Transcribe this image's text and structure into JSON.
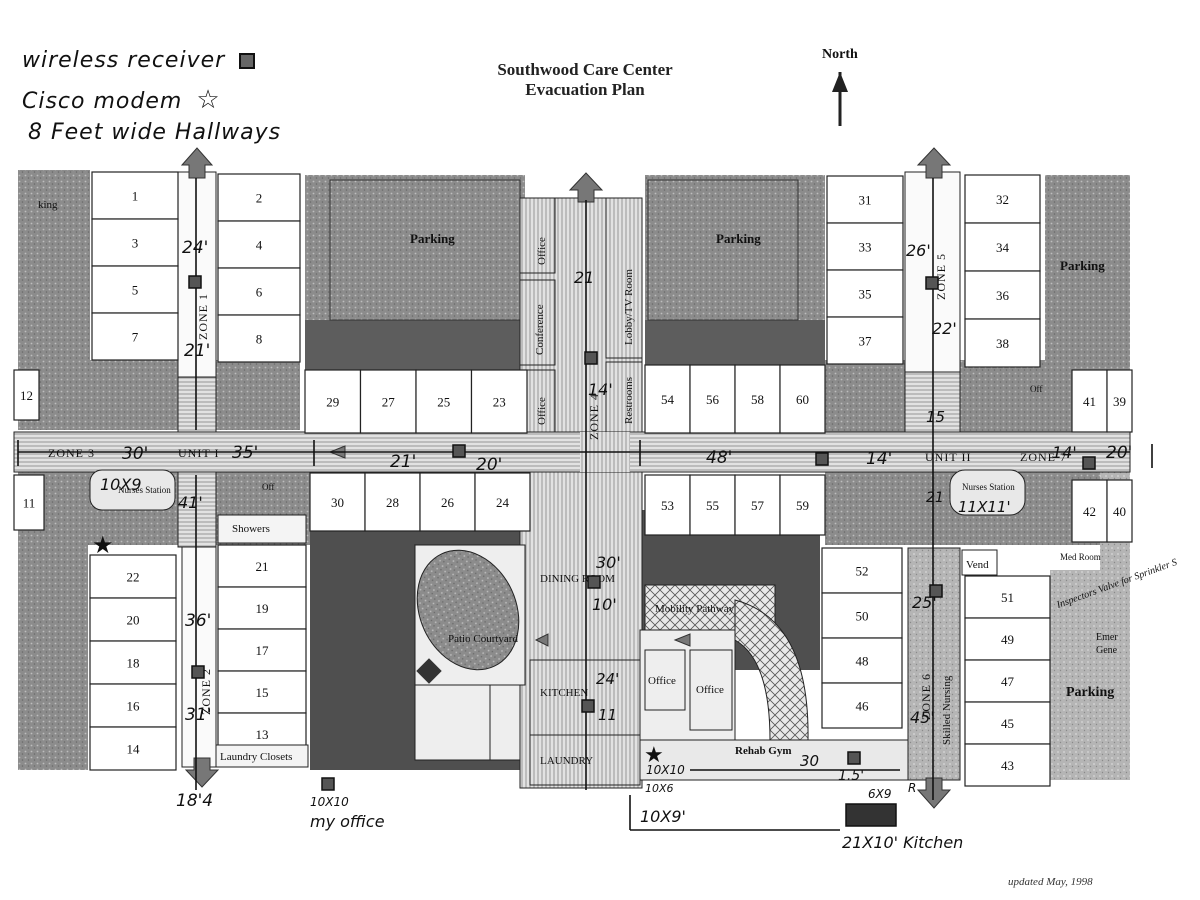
{
  "title": {
    "line1": "Southwood Care Center",
    "line2": "Evacuation Plan"
  },
  "north_label": "North",
  "legend": {
    "wireless_receiver": "wireless receiver",
    "cisco_modem": "Cisco modem",
    "hallways": "8 Feet wide Hallways"
  },
  "updated": "updated May, 1998",
  "rooms_west_left": [
    "1",
    "3",
    "5",
    "7"
  ],
  "rooms_west_right": [
    "2",
    "4",
    "6",
    "8"
  ],
  "rooms_east_left": [
    "31",
    "33",
    "35",
    "37"
  ],
  "rooms_east_right": [
    "32",
    "34",
    "36",
    "38"
  ],
  "rooms_north_center_left": [
    "29",
    "27",
    "25",
    "23"
  ],
  "rooms_north_center_right": [
    "54",
    "56",
    "58",
    "60"
  ],
  "rooms_south_center_left": [
    "30",
    "28",
    "26",
    "24"
  ],
  "rooms_south_center_right": [
    "53",
    "55",
    "57",
    "59"
  ],
  "rooms_sw_left": [
    "22",
    "20",
    "18",
    "16",
    "14"
  ],
  "rooms_sw_right": [
    "21",
    "19",
    "17",
    "15",
    "13"
  ],
  "rooms_se_left": [
    "52",
    "50",
    "48",
    "46"
  ],
  "rooms_se_right": [
    "51",
    "49",
    "47",
    "45",
    "43"
  ],
  "rooms_edge": {
    "r12": "12",
    "r11": "11",
    "r41": "41",
    "r39": "39",
    "r42": "42",
    "r40": "40"
  },
  "labels": {
    "parking": "Parking",
    "office": "Office",
    "conference": "Conference",
    "lobby": "Lobby/TV Room",
    "restrooms": "Restrooms",
    "dining": "DINING ROOM",
    "kitchen": "KITCHEN",
    "laundry": "LAUNDRY",
    "patio": "Patio Courtyard",
    "mobility": "Mobility Pathway",
    "rehab": "Rehab Gym",
    "vend": "Vend",
    "skilled": "Skilled Nursing",
    "showers": "Showers",
    "laundry_closets": "Laundry Closets",
    "nurses_station": "Nurses Station",
    "unit1": "UNIT I",
    "unit2": "UNIT II",
    "inspectors": "Inspectors Valve for Sprinkler S",
    "emer": "Emer",
    "gene": "Gene",
    "king": "king",
    "off": "Off",
    "med_room": "Med Room"
  },
  "zones": {
    "z1": "ZONE 1",
    "z2": "ZONE 2",
    "z3": "ZONE 3",
    "z4": "ZONE 4",
    "z5": "ZONE 5",
    "z6": "ZONE 6",
    "z7": "ZONE 7"
  },
  "measurements": {
    "m24": "24'",
    "m21a": "21'",
    "m30a": "30'",
    "m35": "35'",
    "m21b": "21'",
    "m20a": "20'",
    "m10x9a": "10X9",
    "m41": "41'",
    "m36": "36'",
    "m31": "31'",
    "m18": "18'4",
    "m21c": "21",
    "m14a": "14'",
    "m48": "48'",
    "m14b": "14'",
    "m15a": "15",
    "m26": "26'",
    "m22": "22'",
    "m14c": "14'",
    "m20b": "20'",
    "m11x11": "11X11'",
    "m21d": "21",
    "m25": "25'",
    "m45": "45'",
    "m30b": "30'",
    "m10": "10'",
    "m24b": "24'",
    "m11": "11",
    "m30c": "30",
    "m15b": "1.5'",
    "m6x9": "6X9",
    "mR": "R",
    "m10x10a": "10X10",
    "m10x10b": "10X10",
    "m10x6": "10X6",
    "m10x9b": "10X9'",
    "my_office": "my office",
    "kitchen21": "21X10' Kitchen"
  },
  "colors": {
    "stipple": "#8f8f8f",
    "dark": "#555555",
    "hall": "#d9d9d9",
    "line": "#1a1a1a"
  }
}
